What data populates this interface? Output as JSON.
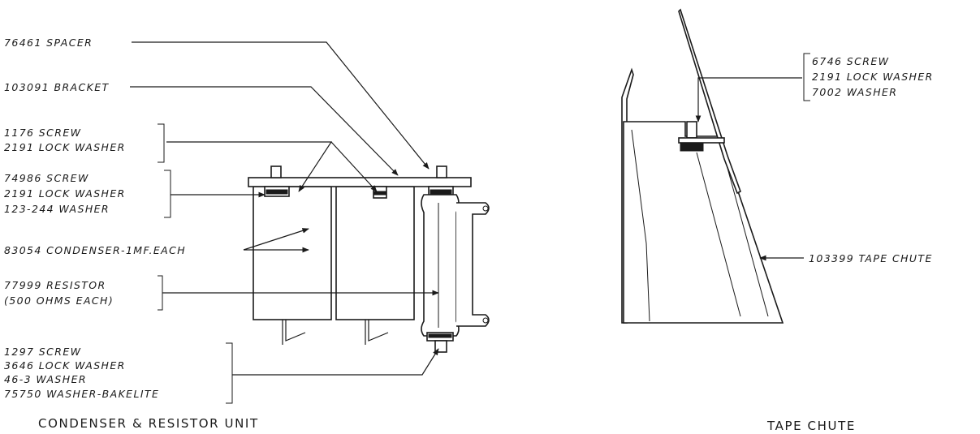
{
  "titles": {
    "left": "CONDENSER & RESISTOR UNIT",
    "right": "TAPE CHUTE"
  },
  "labels": {
    "spacer": "76461 SPACER",
    "bracket": "103091 BRACKET",
    "screw_1176": [
      "1176 SCREW",
      "2191 LOCK WASHER"
    ],
    "screw_74986": [
      "74986 SCREW",
      "2191 LOCK WASHER",
      "123-244 WASHER"
    ],
    "condenser": "83054 CONDENSER-1MF.EACH",
    "resistor": [
      "77999 RESISTOR",
      "(500 OHMS EACH)"
    ],
    "screw_1297": [
      "1297 SCREW",
      "3646 LOCK WASHER",
      "46-3 WASHER",
      "75750 WASHER-BAKELITE"
    ],
    "screw_6746": [
      "6746 SCREW",
      "2191 LOCK WASHER",
      "7002 WASHER"
    ],
    "tape_chute": "103399 TAPE CHUTE"
  }
}
